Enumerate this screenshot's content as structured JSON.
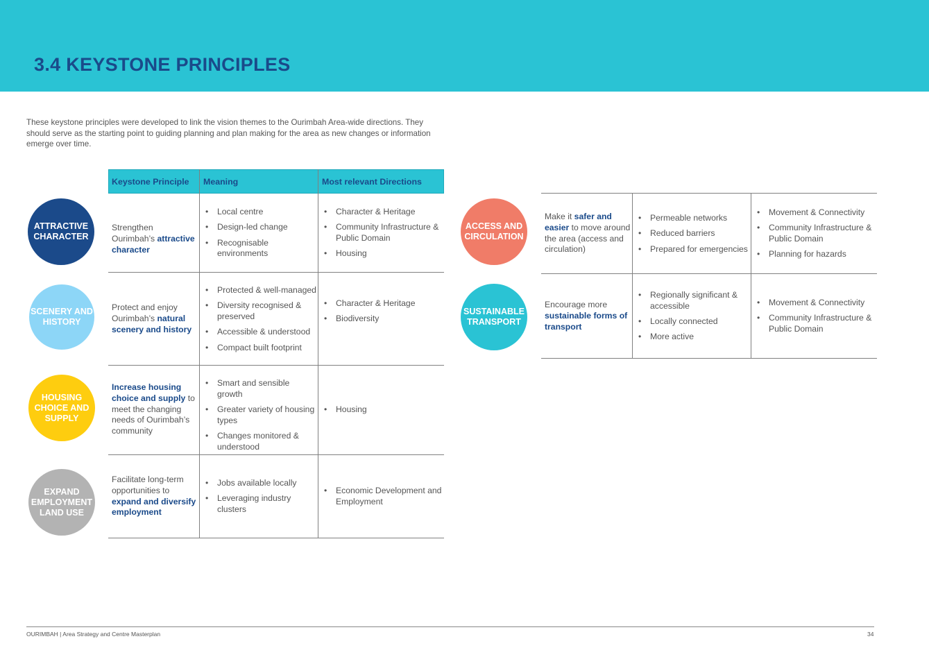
{
  "page": {
    "title": "3.4 KEYSTONE PRINCIPLES",
    "intro": "These keystone principles were developed to link the vision themes to the Ourimbah Area-wide directions. They should serve as the starting point to guiding planning and plan making for the area as new changes or information emerge over time."
  },
  "table": {
    "headers": [
      "Keystone Principle",
      "Meaning",
      "Most relevant Directions"
    ]
  },
  "principles": {
    "attractive": {
      "badge": "ATTRACTIVE CHARACTER",
      "text_pre": "Strengthen Ourimbah’s ",
      "text_hl": "attractive character",
      "text_post": "",
      "meaning": [
        "Local centre",
        "Design-led change",
        "Recognisable environments"
      ],
      "directions": [
        "Character & Heritage",
        "Community Infrastructure & Public Domain",
        "Housing"
      ]
    },
    "scenery": {
      "badge": "SCENERY AND HISTORY",
      "text_pre": "Protect and enjoy Ourimbah’s ",
      "text_hl": "natural scenery and history",
      "text_post": "",
      "meaning": [
        "Protected & well-managed",
        "Diversity recognised & preserved",
        "Accessible & understood",
        "Compact built footprint"
      ],
      "directions": [
        "Character & Heritage",
        "Biodiversity"
      ]
    },
    "housing": {
      "badge": "HOUSING CHOICE AND SUPPLY",
      "text_pre": "",
      "text_hl": "Increase housing choice and supply",
      "text_post": " to meet the changing needs of Ourimbah’s community",
      "meaning": [
        "Smart and sensible growth",
        "Greater variety of housing types",
        "Changes monitored & understood"
      ],
      "directions": [
        "Housing"
      ]
    },
    "employment": {
      "badge": "EXPAND EMPLOYMENT LAND USE",
      "text_pre": "Facilitate long-term opportunities to ",
      "text_hl": "expand and diversify employment",
      "text_post": "",
      "meaning": [
        "Jobs available locally",
        "Leveraging industry clusters"
      ],
      "directions": [
        "Economic Development and Employment"
      ]
    },
    "access": {
      "badge": "ACCESS AND CIRCULATION",
      "text_pre": "Make it ",
      "text_hl": "safer and easier",
      "text_post": " to move around the area (access and circulation)",
      "meaning": [
        "Permeable networks",
        "Reduced barriers",
        "Prepared for emergencies"
      ],
      "directions": [
        "Movement & Connectivity",
        "Community Infrastructure & Public Domain",
        "Planning for hazards"
      ]
    },
    "transport": {
      "badge": "SUSTAINABLE TRANSPORT",
      "text_pre": "Encourage more ",
      "text_hl": "sustainable forms of transport",
      "text_post": "",
      "meaning": [
        "Regionally significant & accessible",
        "Locally connected",
        "More active"
      ],
      "directions": [
        "Movement & Connectivity",
        "Community Infrastructure & Public Domain"
      ]
    }
  },
  "colors": {
    "banner": "#2ac3d4",
    "title": "#1a4a8a",
    "attractive": "#1b4a8a",
    "scenery": "#8dd6f7",
    "housing": "#fecd0f",
    "employment": "#b3b3b3",
    "access": "#f07c68",
    "transport": "#2ac3d4"
  },
  "footer": {
    "left": "OURIMBAH | Area Strategy and Centre Masterplan",
    "page_number": "34"
  }
}
